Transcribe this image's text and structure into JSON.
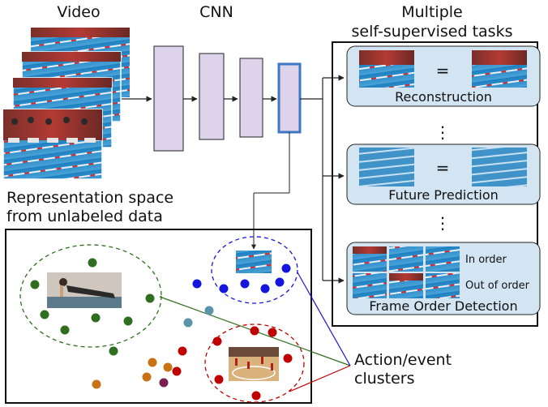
{
  "headers": {
    "video": "Video",
    "cnn": "CNN",
    "tasks_line1": "Multiple",
    "tasks_line2": "self-supervised tasks"
  },
  "representation": {
    "line1": "Representation space",
    "line2": "from unlabeled data"
  },
  "tasks": [
    {
      "name": "Reconstruction",
      "symbol": "="
    },
    {
      "name": "Future Prediction",
      "symbol": "="
    },
    {
      "name": "Frame Order Detection",
      "in_order": "In order",
      "out_of_order": "Out of order"
    }
  ],
  "ellipsis": "⋮",
  "clusters_label": {
    "line1": "Action/event",
    "line2": "clusters"
  },
  "colors": {
    "cnn_layer_fill": "#ddd3ea",
    "cnn_highlight_stroke": "#3f76c4",
    "task_box_fill": "#d3e4f3",
    "cluster_green": "#2f6e1f",
    "cluster_blue": "#1515e0",
    "cluster_red": "#c00000",
    "cluster_orange": "#c87213",
    "cluster_purple": "#7a1f52",
    "cluster_teal": "#5b93a8"
  }
}
